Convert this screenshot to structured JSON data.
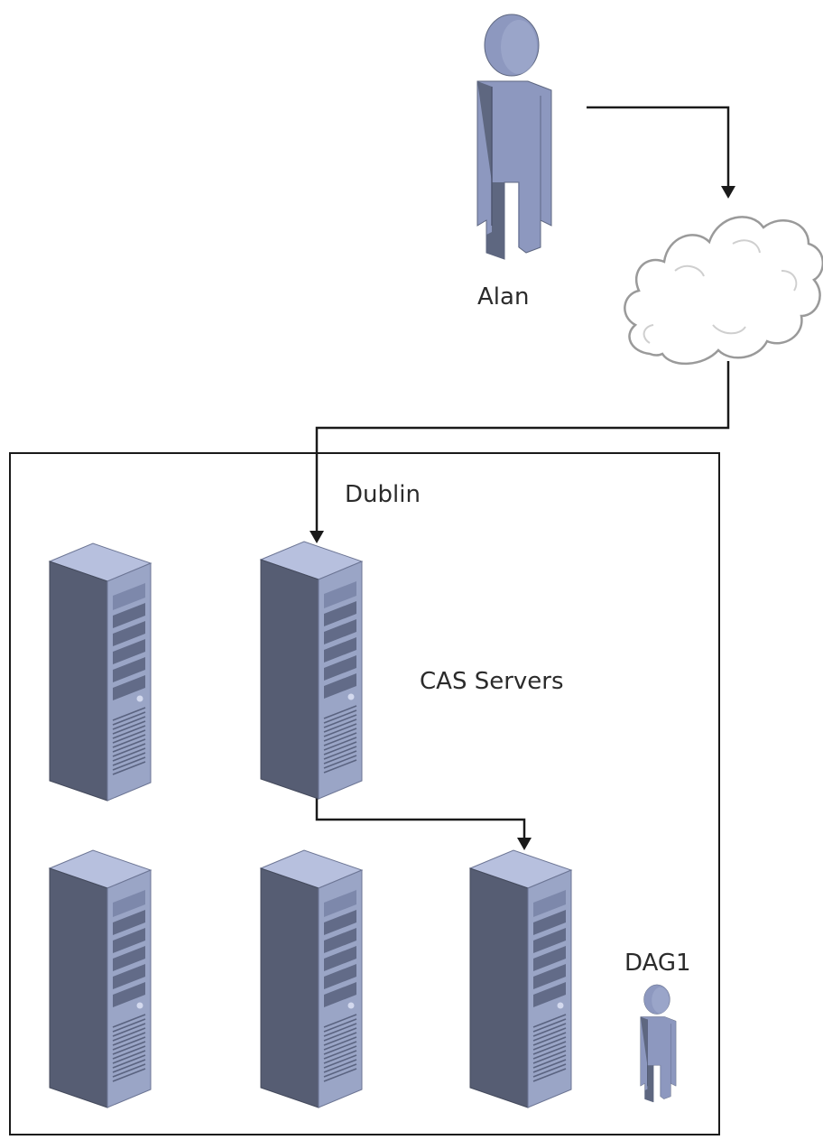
{
  "labels": {
    "user": "Alan",
    "site": "Dublin",
    "cas": "CAS Servers",
    "dag": "DAG1"
  },
  "colors": {
    "server_front": "#565d73",
    "server_side": "#9aa5c6",
    "server_top": "#b7c0de",
    "person_front": "#8d98bf",
    "person_side": "#5e6780",
    "line": "#1a1a1a"
  },
  "icons": {
    "user": "person-icon",
    "network": "cloud-icon",
    "server": "server-icon",
    "cluster": "person-icon"
  }
}
